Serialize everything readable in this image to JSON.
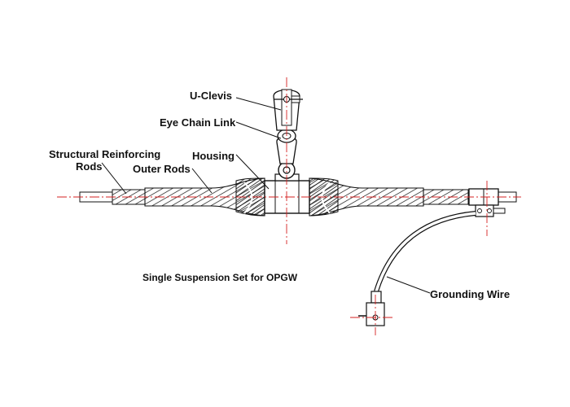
{
  "labels": {
    "u_clevis": "U-Clevis",
    "eye_chain_link": "Eye Chain Link",
    "structural_line1": "Structural Reinforcing",
    "structural_line2": "Rods",
    "outer_rods": "Outer Rods",
    "housing": "Housing",
    "grounding_wire": "Grounding Wire"
  },
  "caption": "Single Suspension Set for OPGW",
  "colors": {
    "ink": "#111111",
    "centerline": "#d42020",
    "background": "#ffffff"
  }
}
